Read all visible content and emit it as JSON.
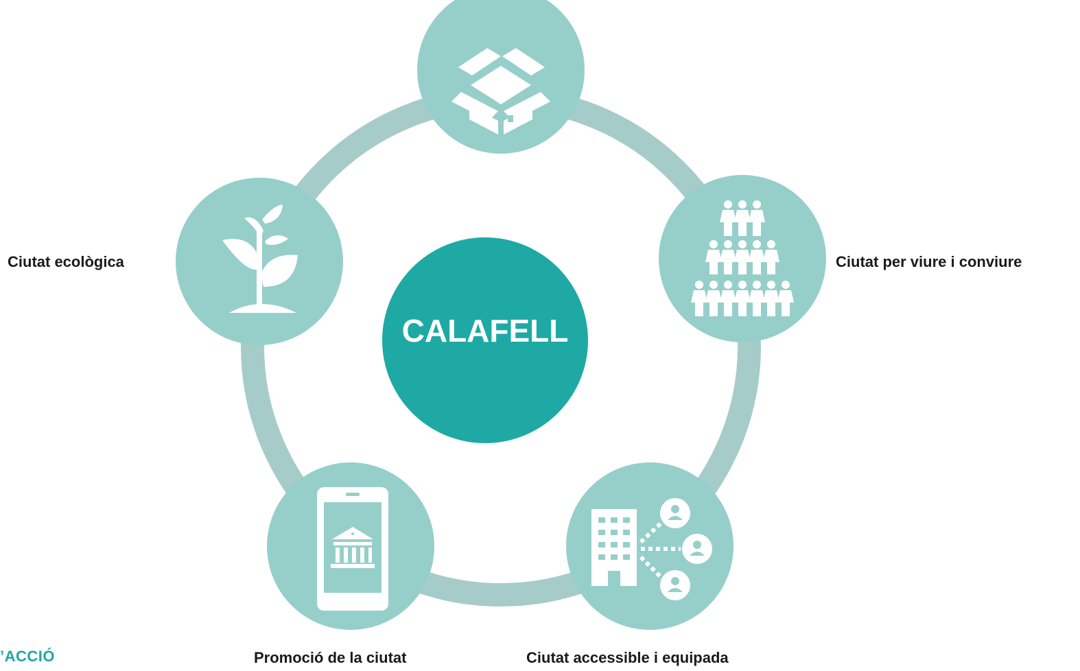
{
  "center": {
    "label": "CALAFELL"
  },
  "nodes": [
    {
      "id": "top",
      "icon": "open-box-icon",
      "label": ""
    },
    {
      "id": "right",
      "icon": "people-pyramid-icon",
      "label": "Ciutat per viure i conviure"
    },
    {
      "id": "bottom-right",
      "icon": "building-network-icon",
      "label": "Ciutat accessible i equipada"
    },
    {
      "id": "bottom-left",
      "icon": "mobile-bank-icon",
      "label": "Promoció de la ciutat"
    },
    {
      "id": "left",
      "icon": "plant-icon",
      "label": "Ciutat ecològica"
    }
  ],
  "footer_fragment": "’ACCIÓ",
  "colors": {
    "ring": "#a6ccca",
    "node": "#96cfca",
    "center": "#1fa9a5",
    "icon": "#ffffff",
    "text": "#1a1a1a",
    "fragment": "#1ea8a5"
  }
}
